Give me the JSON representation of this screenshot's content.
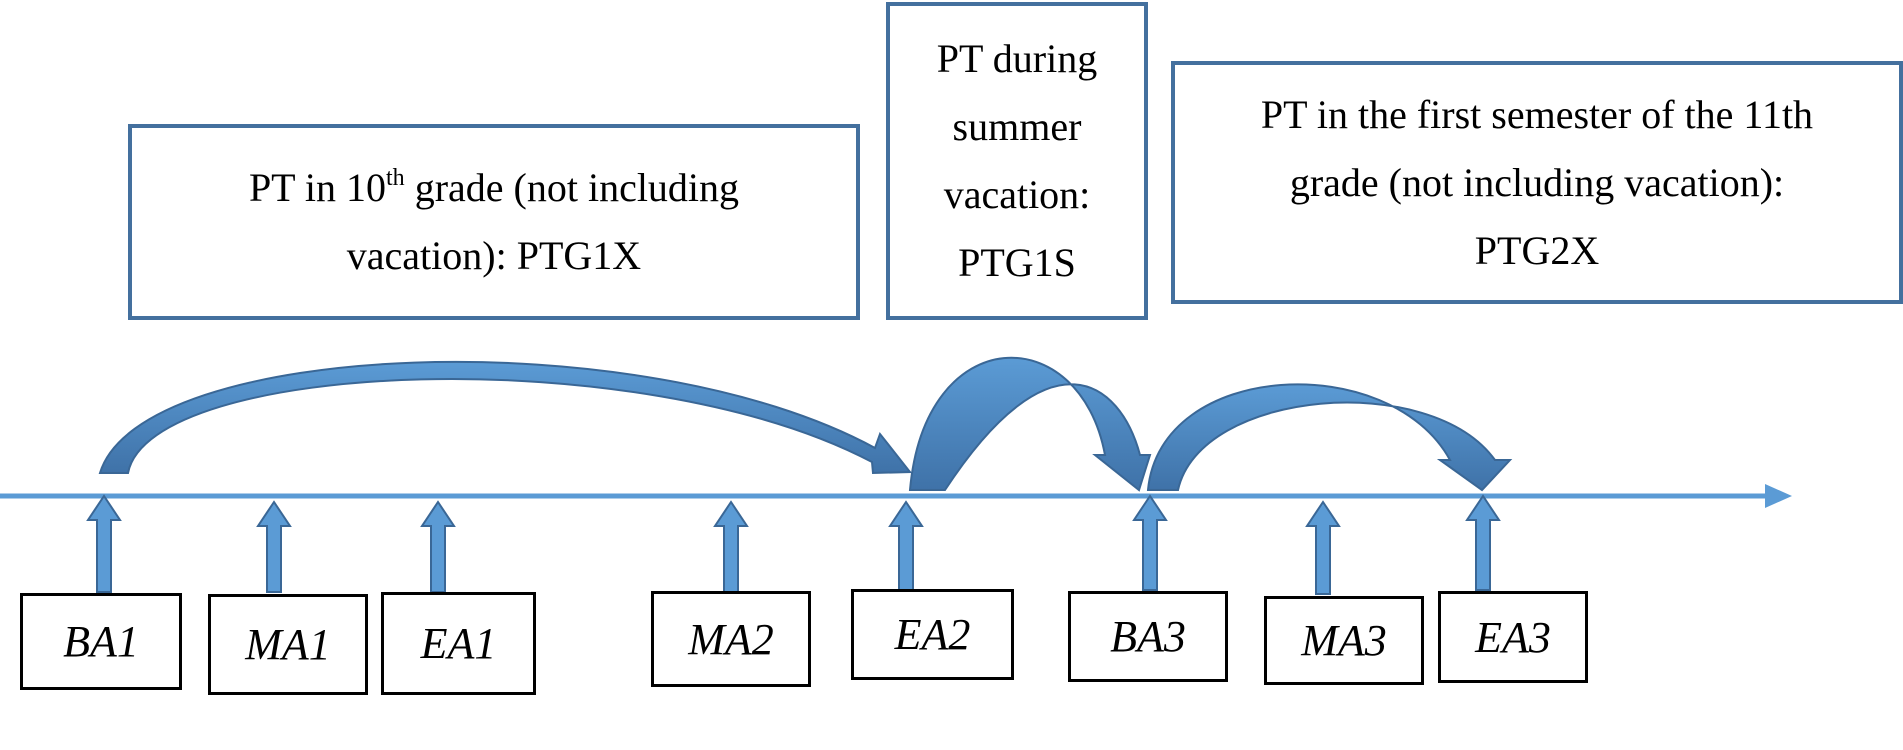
{
  "periods": [
    {
      "pre": "PT in 10",
      "sup": "th",
      "post": " grade (not including",
      "line2": "vacation): PTG1X"
    },
    {
      "lines": [
        "PT during",
        "summer",
        "vacation:",
        "PTG1S"
      ]
    },
    {
      "lines": [
        "PT in the first semester of the 11th",
        "grade (not including vacation):",
        "PTG2X"
      ]
    }
  ],
  "assessments": [
    "BA1",
    "MA1",
    "EA1",
    "MA2",
    "EA2",
    "BA3",
    "MA3",
    "EA3"
  ],
  "colors": {
    "box_border": "#44709e",
    "timeline": "#5b9bd5",
    "arrow_fill": "#4a7fb6",
    "arrow_stroke": "#3a6796",
    "point_border": "#000000"
  }
}
